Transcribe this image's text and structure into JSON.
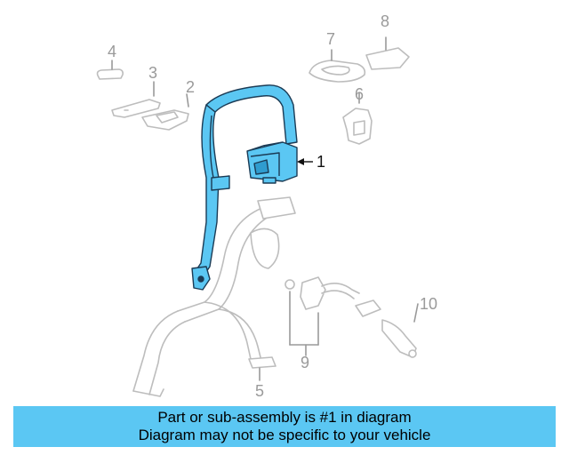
{
  "diagram": {
    "callouts": {
      "c1": "1",
      "c2": "2",
      "c3": "3",
      "c4": "4",
      "c5": "5",
      "c6": "6",
      "c7": "7",
      "c8": "8",
      "c9": "9",
      "c10": "10"
    },
    "highlight_color": "#5bc7f3",
    "outline_color": "#cfcfcf"
  },
  "caption": {
    "line1": "Part or sub-assembly is #1 in diagram",
    "line2": "Diagram may not be specific to your vehicle"
  }
}
